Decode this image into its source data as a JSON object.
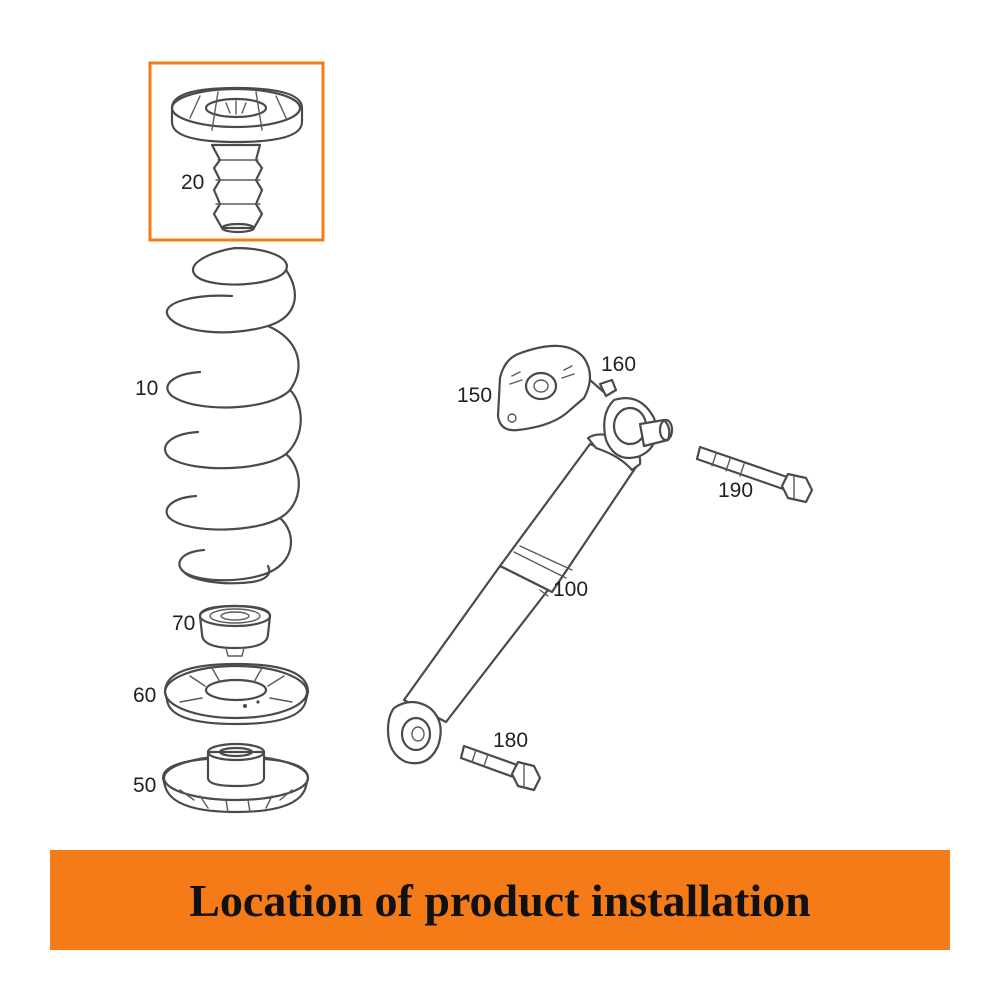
{
  "colors": {
    "accent": "#f57b18",
    "line": "#4a4a4a",
    "background": "#ffffff"
  },
  "labels": {
    "p20": "20",
    "p10": "10",
    "p70": "70",
    "p60": "60",
    "p50": "50",
    "p150": "150",
    "p160": "160",
    "p190": "190",
    "p100": "100",
    "p180": "180"
  },
  "highlighted_part": "20",
  "banner": {
    "text": "Location of product installation"
  }
}
